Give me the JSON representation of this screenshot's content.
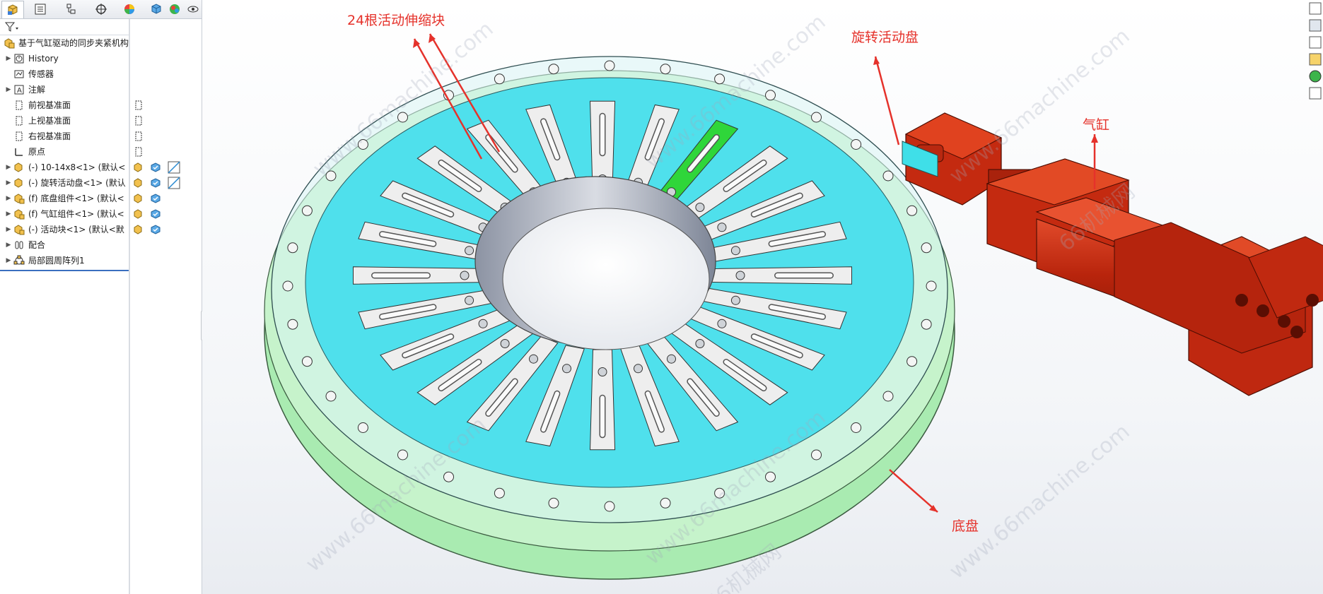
{
  "feature_tree": {
    "root": "基于气缸驱动的同步夹紧机构",
    "items": [
      {
        "label": "History",
        "expandable": true,
        "icon": "history-icon"
      },
      {
        "label": "传感器",
        "expandable": false,
        "icon": "sensor-icon"
      },
      {
        "label": "注解",
        "expandable": true,
        "icon": "annotation-icon"
      },
      {
        "label": "前视基准面",
        "expandable": false,
        "icon": "plane-icon"
      },
      {
        "label": "上视基准面",
        "expandable": false,
        "icon": "plane-icon"
      },
      {
        "label": "右视基准面",
        "expandable": false,
        "icon": "plane-icon"
      },
      {
        "label": "原点",
        "expandable": false,
        "icon": "origin-icon"
      },
      {
        "label": "(-) 10-14x8<1> (默认<",
        "expandable": true,
        "icon": "part-icon"
      },
      {
        "label": "(-) 旋转活动盘<1> (默认",
        "expandable": true,
        "icon": "part-icon"
      },
      {
        "label": "(f) 底盘组件<1> (默认<",
        "expandable": true,
        "icon": "assembly-icon"
      },
      {
        "label": "(f) 气缸组件<1> (默认<",
        "expandable": true,
        "icon": "assembly-icon"
      },
      {
        "label": "(-) 活动块<1> (默认<默",
        "expandable": true,
        "icon": "assembly-icon"
      },
      {
        "label": "配合",
        "expandable": true,
        "icon": "mates-icon"
      },
      {
        "label": "局部圆周阵列1",
        "expandable": true,
        "icon": "circular-pattern-icon"
      }
    ]
  },
  "tabs": [
    {
      "name": "feature-manager-tab",
      "icon": "feature-manager-icon"
    },
    {
      "name": "property-manager-tab",
      "icon": "property-manager-icon"
    },
    {
      "name": "configuration-manager-tab",
      "icon": "configuration-icon"
    },
    {
      "name": "dimxpert-tab",
      "icon": "crosshair-icon"
    },
    {
      "name": "display-manager-tab",
      "icon": "appearance-icon"
    },
    {
      "name": "view-box-tab",
      "icon": "cube-icon"
    },
    {
      "name": "appearance-tab",
      "icon": "color-ball-icon"
    },
    {
      "name": "eye-tab",
      "icon": "eye-icon"
    }
  ],
  "callouts": [
    {
      "text": "24根活动伸缩块"
    },
    {
      "text": "旋转活动盘"
    },
    {
      "text": "气缸"
    },
    {
      "text": "底盘"
    }
  ],
  "watermark": "www.66machine.com",
  "watermark_cn": "66机械网",
  "colors": {
    "accent_red": "#e5322b",
    "cylinder_red": "#c8290f",
    "base_green": "#9ee6a8",
    "disc_cyan": "#3fe2ee",
    "highlight_green": "#2fd63a",
    "selection_blue": "#3a6fbf"
  }
}
